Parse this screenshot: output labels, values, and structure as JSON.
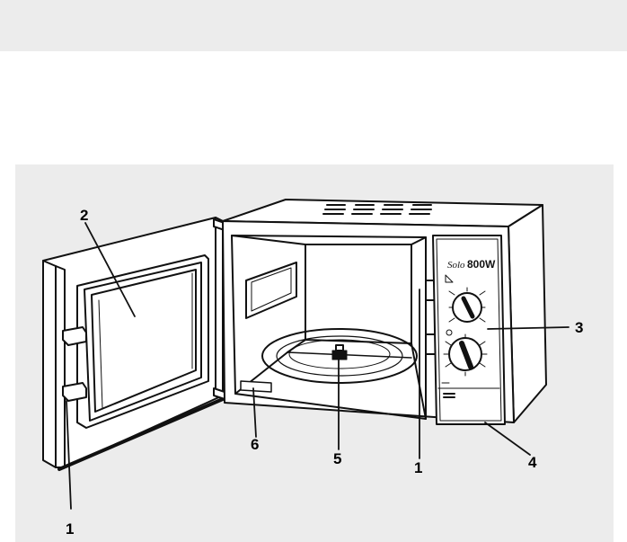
{
  "illustration": {
    "brand_script": "Solo",
    "brand_power": "800W"
  },
  "callouts": {
    "door_hinge_left": "1",
    "door_window": "2",
    "control_panel": "3",
    "door_release": "4",
    "turntable": "5",
    "waveguide_cover": "6",
    "door_catches": "1"
  },
  "colors": {
    "page_background": "#ffffff",
    "panel_background": "#ececec",
    "line": "#111111"
  }
}
